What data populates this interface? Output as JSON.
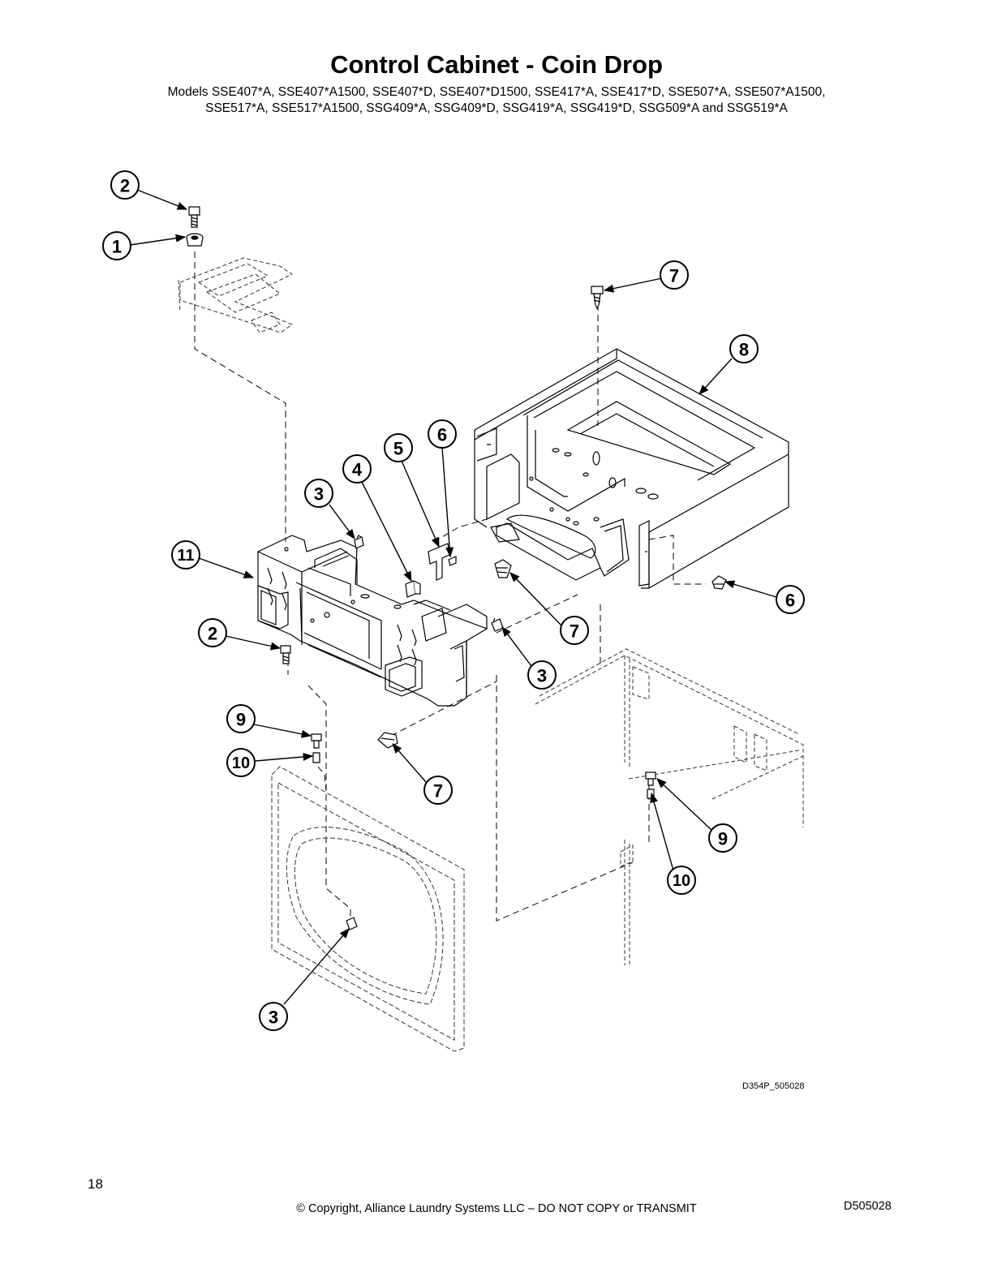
{
  "header": {
    "title": "Control Cabinet - Coin Drop",
    "models_line1": "Models SSE407*A, SSE407*A1500, SSE407*D, SSE407*D1500, SSE417*A, SSE417*D, SSE507*A, SSE507*A1500,",
    "models_line2": "SSE517*A, SSE517*A1500, SSG409*A, SSG409*D, SSG419*A, SSG419*D, SSG509*A and SSG519*A"
  },
  "callouts": {
    "c2_top": "2",
    "c1": "1",
    "c7_top": "7",
    "c8": "8",
    "c6_mid": "6",
    "c5": "5",
    "c4": "4",
    "c3_mid": "3",
    "c11": "11",
    "c6_right": "6",
    "c2_lower": "2",
    "c7_mid": "7",
    "c3_right": "3",
    "c9_left": "9",
    "c10_left": "10",
    "c7_low": "7",
    "c9_right": "9",
    "c10_right": "10",
    "c3_bottom": "3"
  },
  "drawing_code": "D354P_505028",
  "footer": {
    "page_number": "18",
    "copyright": "© Copyright, Alliance Laundry Systems LLC – DO NOT COPY or TRANSMIT",
    "doc_number": "D505028"
  }
}
